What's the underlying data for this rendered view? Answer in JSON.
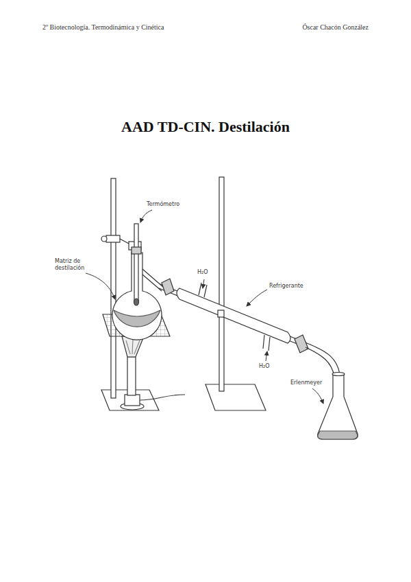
{
  "diagram": {
    "title": "AAD TD-CIN. Destilación",
    "labels": [
      "2º Biotecnología. Termodinámica y Cinética",
      "Óscar Chacón González",
      "Termómetro",
      "Matriz de destilación",
      "H₂O",
      "Refrigerante",
      "H₂O",
      "Erlenmeyer"
    ]
  }
}
